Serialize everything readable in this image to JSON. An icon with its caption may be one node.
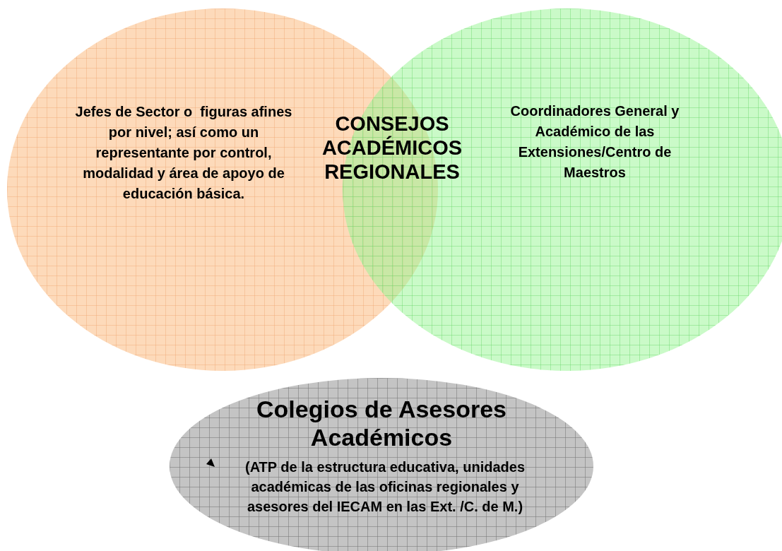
{
  "diagram": {
    "nodes": [
      {
        "text": [
          "Jefes de Sector o  figuras afines por nivel; así como un representante por control, modalidad y área de apoyo de educación básica."
        ]
      },
      {
        "text": [
          "Coordinadores General y Académico de las Extensiones/Centro de Maestros"
        ]
      },
      {
        "text": [
          "CONSEJOS ACADÉMICOS REGIONALES"
        ]
      },
      {
        "text": [
          "Colegios de Asesores Académicos",
          "(ATP de la estructura educativa, unidades académicas de las oficinas regionales y asesores del IECAM en las Ext. /C. de M.)"
        ]
      }
    ]
  }
}
